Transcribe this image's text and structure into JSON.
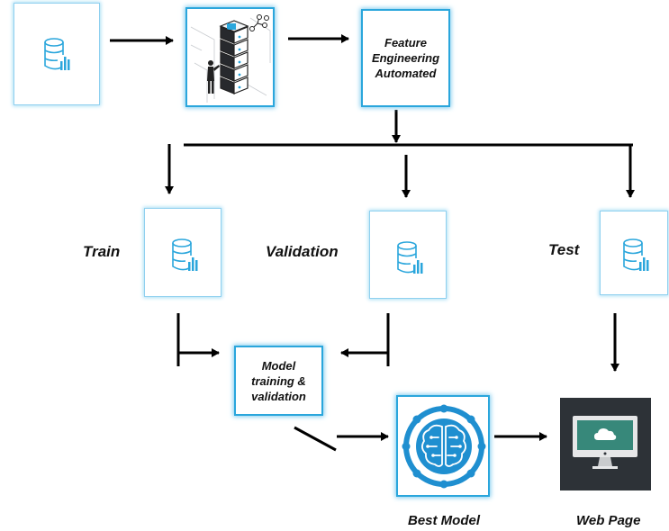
{
  "steps": {
    "feature_engineering": "Feature Engineering Automated",
    "model_training": "Model training & validation"
  },
  "splits": {
    "train": "Train",
    "validation": "Validation",
    "test": "Test"
  },
  "outputs": {
    "best_model": "Best Model",
    "web_page": "Web Page"
  },
  "colors": {
    "accent": "#2aa6dc",
    "border": "#8fd0ef",
    "line": "#000000",
    "monitor": "#2d3237",
    "monitor_screen": "#37887a"
  },
  "icons": [
    "database-chart-icon",
    "server-person-icon",
    "brain-circuit-icon",
    "monitor-cloud-icon"
  ]
}
